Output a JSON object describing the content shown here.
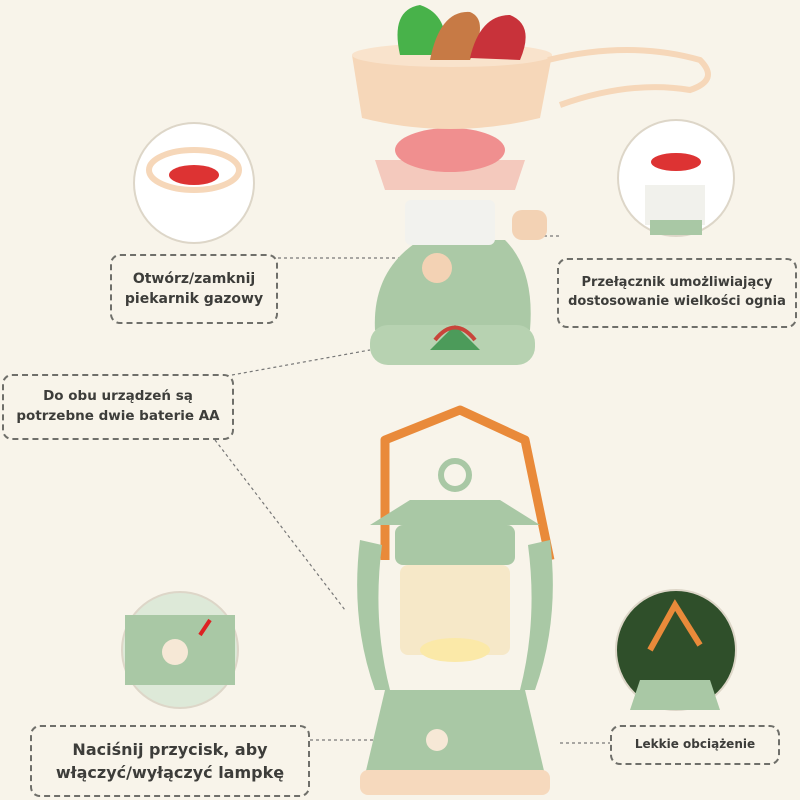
{
  "callouts": {
    "oven": "Otwórz/zamknij piekarnik gazowy",
    "flame": "Przełącznik umożliwiający dostosowanie wielkości ognia",
    "batteries": "Do obu urządzeń są potrzebne dwie baterie AA",
    "button": "Naciśnij przycisk, aby włączyć/wyłączyć lampkę",
    "weight": "Lekkie obciążenie"
  },
  "colors": {
    "background": "#f8f4ea",
    "green": "#a9c8a5",
    "orange": "#e98a3a",
    "peach": "#f6d9bd"
  }
}
